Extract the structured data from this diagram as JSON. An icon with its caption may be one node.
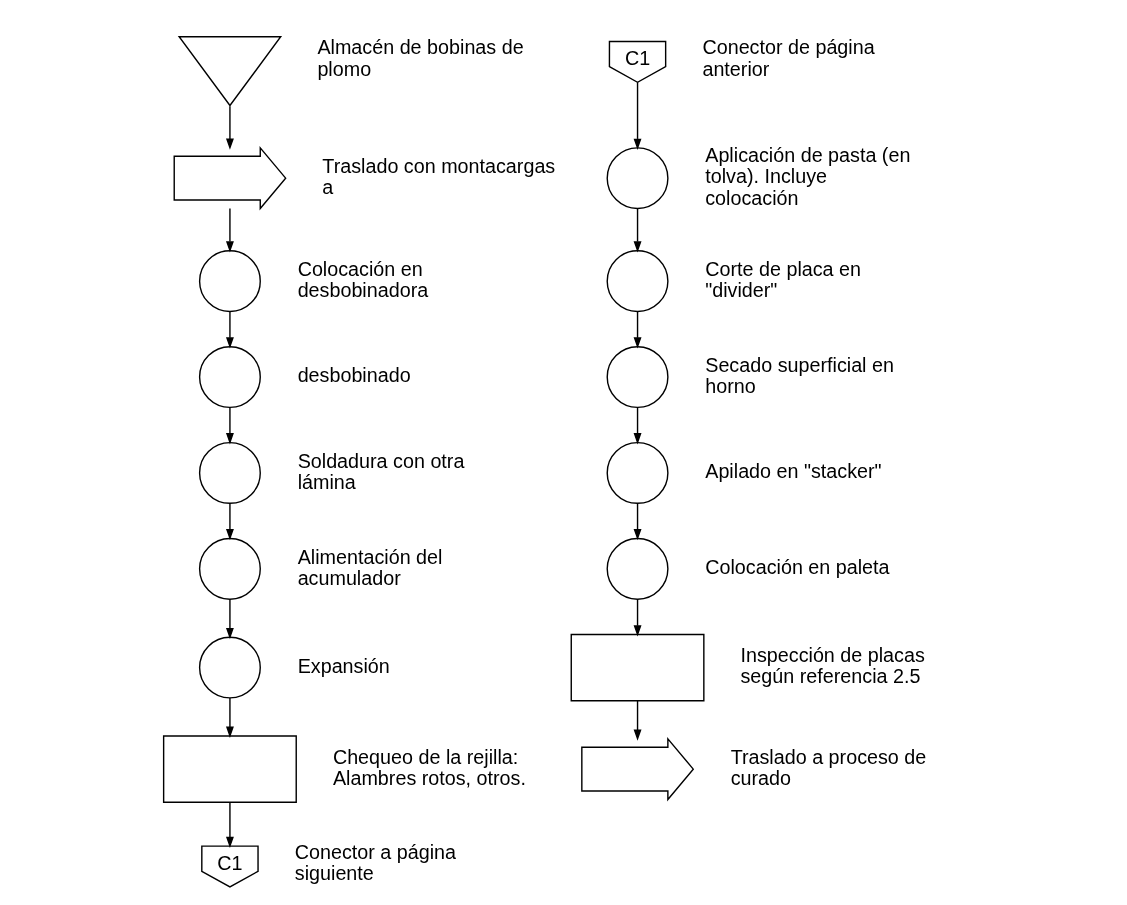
{
  "diagram": {
    "nodes": [
      {
        "text": [],
        "shape": "triangle",
        "beside": [
          "Almacén de bobinas de plomo"
        ]
      },
      {
        "text": [],
        "shape": "arrow",
        "beside": [
          "Traslado con montacargas a"
        ]
      },
      {
        "text": [],
        "shape": "circle",
        "beside": [
          "Colocación en desbobinadora"
        ]
      },
      {
        "text": [],
        "shape": "circle",
        "beside": [
          "desbobinado"
        ]
      },
      {
        "text": [],
        "shape": "circle",
        "beside": [
          "Soldadura con otra lámina"
        ]
      },
      {
        "text": [],
        "shape": "circle",
        "beside": [
          "Alimentación del acumulador"
        ]
      },
      {
        "text": [],
        "shape": "circle",
        "beside": [
          "Expansión"
        ]
      },
      {
        "text": [],
        "shape": "box",
        "beside": [
          "Chequeo de la rejilla: Alambres rotos, otros."
        ]
      },
      {
        "text": [
          "C1"
        ],
        "beside": [
          "Conector a página siguiente"
        ]
      },
      {
        "text": [
          "C1"
        ],
        "beside": [
          "Conector de página anterior"
        ]
      },
      {
        "text": [],
        "shape": "circle",
        "beside": [
          "Aplicación de pasta (en tolva). Incluye colocación"
        ]
      },
      {
        "text": [],
        "shape": "circle",
        "beside": [
          "Corte de placa en \"divider\""
        ]
      },
      {
        "text": [],
        "shape": "circle",
        "beside": [
          "Secado superficial en horno"
        ]
      },
      {
        "text": [],
        "shape": "circle",
        "beside": [
          "Apilado en \"stacker\""
        ]
      },
      {
        "text": [],
        "shape": "circle",
        "beside": [
          "Colocación en paleta"
        ]
      },
      {
        "text": [],
        "shape": "box",
        "beside": [
          "Inspección de placas según referencia 2.5"
        ]
      },
      {
        "text": [],
        "shape": "arrow",
        "beside": [
          "Traslado a proceso de curado"
        ]
      }
    ],
    "edges": [
      {
        "from": 0,
        "to": 1,
        "arrow": "to"
      },
      {
        "from": 1,
        "to": 2,
        "arrow": "to"
      },
      {
        "from": 2,
        "to": 3,
        "arrow": "to"
      },
      {
        "from": 3,
        "to": 4,
        "arrow": "to"
      },
      {
        "from": 4,
        "to": 5,
        "arrow": "to"
      },
      {
        "from": 5,
        "to": 6,
        "arrow": "to"
      },
      {
        "from": 6,
        "to": 7,
        "arrow": "to"
      },
      {
        "from": 7,
        "to": 8,
        "arrow": "to"
      },
      {
        "from": 9,
        "to": 10,
        "arrow": "to"
      },
      {
        "from": 10,
        "to": 11,
        "arrow": "to"
      },
      {
        "from": 11,
        "to": 12,
        "arrow": "to"
      },
      {
        "from": 12,
        "to": 13,
        "arrow": "to"
      },
      {
        "from": 13,
        "to": 14,
        "arrow": "to"
      },
      {
        "from": 14,
        "to": 15,
        "arrow": "to"
      },
      {
        "from": 15,
        "to": 16,
        "arrow": "to"
      }
    ]
  }
}
